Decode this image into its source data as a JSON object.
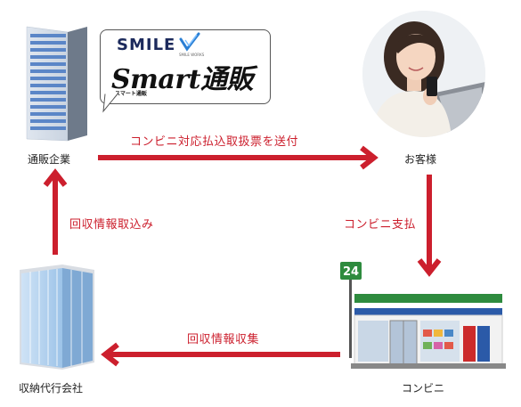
{
  "bubble": {
    "brand": "SMILE",
    "brand_sub": "SMILE WORKS",
    "product": "Smart通販",
    "product_sub": "スマート通販"
  },
  "nodes": {
    "mail_order": "通販企業",
    "customer": "お客様",
    "convenience_store": "コンビニ",
    "collection_agency": "収納代行会社"
  },
  "flows": {
    "send_slip": "コンビニ対応払込取扱票を送付",
    "pay": "コンビニ支払",
    "collect_info": "回収情報収集",
    "import_info": "回収情報取込み"
  },
  "store_sign": "24",
  "colors": {
    "arrow": "#cc1f2d",
    "text": "#222222",
    "store_green": "#2e8b3e"
  }
}
